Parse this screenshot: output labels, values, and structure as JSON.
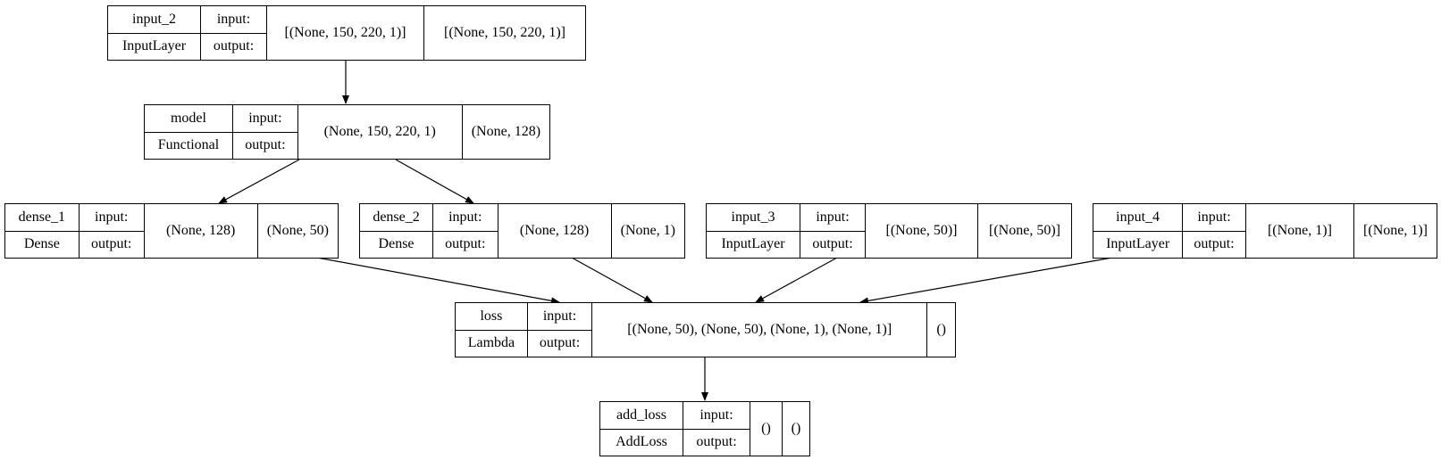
{
  "nodes": {
    "input_2": {
      "name": "input_2",
      "type": "InputLayer",
      "input_label": "input:",
      "output_label": "output:",
      "input_shape": "[(None, 150, 220, 1)]",
      "output_shape": "[(None, 150, 220, 1)]"
    },
    "model": {
      "name": "model",
      "type": "Functional",
      "input_label": "input:",
      "output_label": "output:",
      "input_shape": "(None, 150, 220, 1)",
      "output_shape": "(None, 128)"
    },
    "dense_1": {
      "name": "dense_1",
      "type": "Dense",
      "input_label": "input:",
      "output_label": "output:",
      "input_shape": "(None, 128)",
      "output_shape": "(None, 50)"
    },
    "dense_2": {
      "name": "dense_2",
      "type": "Dense",
      "input_label": "input:",
      "output_label": "output:",
      "input_shape": "(None, 128)",
      "output_shape": "(None, 1)"
    },
    "input_3": {
      "name": "input_3",
      "type": "InputLayer",
      "input_label": "input:",
      "output_label": "output:",
      "input_shape": "[(None, 50)]",
      "output_shape": "[(None, 50)]"
    },
    "input_4": {
      "name": "input_4",
      "type": "InputLayer",
      "input_label": "input:",
      "output_label": "output:",
      "input_shape": "[(None, 1)]",
      "output_shape": "[(None, 1)]"
    },
    "loss": {
      "name": "loss",
      "type": "Lambda",
      "input_label": "input:",
      "output_label": "output:",
      "input_shape": "[(None, 50), (None, 50), (None, 1), (None, 1)]",
      "output_shape": "()"
    },
    "add_loss": {
      "name": "add_loss",
      "type": "AddLoss",
      "input_label": "input:",
      "output_label": "output:",
      "input_shape": "()",
      "output_shape": "()"
    }
  },
  "edges": [
    {
      "from": "input_2",
      "to": "model"
    },
    {
      "from": "model",
      "to": "dense_1"
    },
    {
      "from": "model",
      "to": "dense_2"
    },
    {
      "from": "dense_1",
      "to": "loss"
    },
    {
      "from": "dense_2",
      "to": "loss"
    },
    {
      "from": "input_3",
      "to": "loss"
    },
    {
      "from": "input_4",
      "to": "loss"
    },
    {
      "from": "loss",
      "to": "add_loss"
    }
  ]
}
